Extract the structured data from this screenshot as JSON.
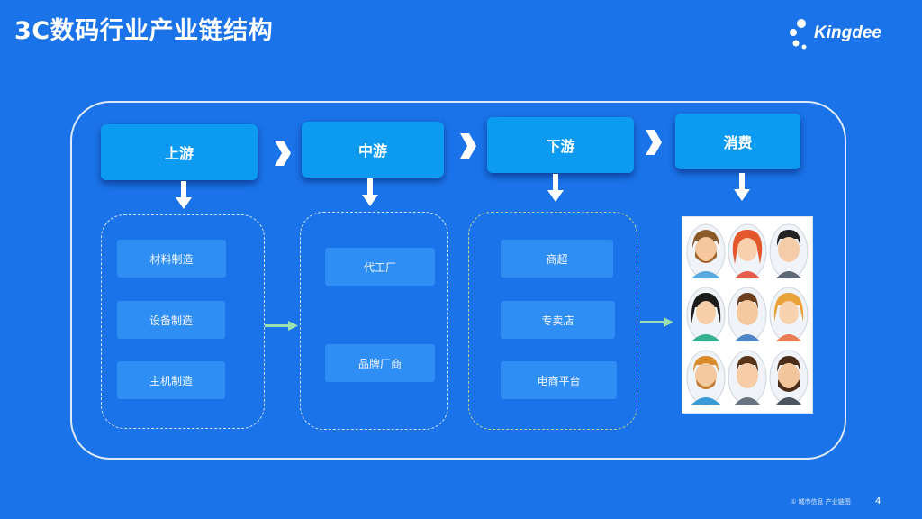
{
  "title": "3C数码行业产业链结构",
  "logo": {
    "text": "Kingdee",
    "icon": "kingdee-dots-icon"
  },
  "stages": [
    {
      "label": "上游"
    },
    {
      "label": "中游"
    },
    {
      "label": "下游"
    },
    {
      "label": "消费"
    }
  ],
  "upstream": {
    "items": [
      "材料制造",
      "设备制造",
      "主机制造"
    ]
  },
  "midstream": {
    "items": [
      "代工厂",
      "品牌厂商"
    ]
  },
  "downstream": {
    "items": [
      "商超",
      "专卖店",
      "电商平台"
    ]
  },
  "consumers": {
    "icon": "consumer-avatars-grid"
  },
  "footer": {
    "note": "① 城市信息 产业链图",
    "page": "4"
  },
  "colors": {
    "background": "#1a73e8",
    "stage_box": "#0c9bf0",
    "item_box": "#2f8ef4",
    "arrow_green": "#9be0b0"
  }
}
